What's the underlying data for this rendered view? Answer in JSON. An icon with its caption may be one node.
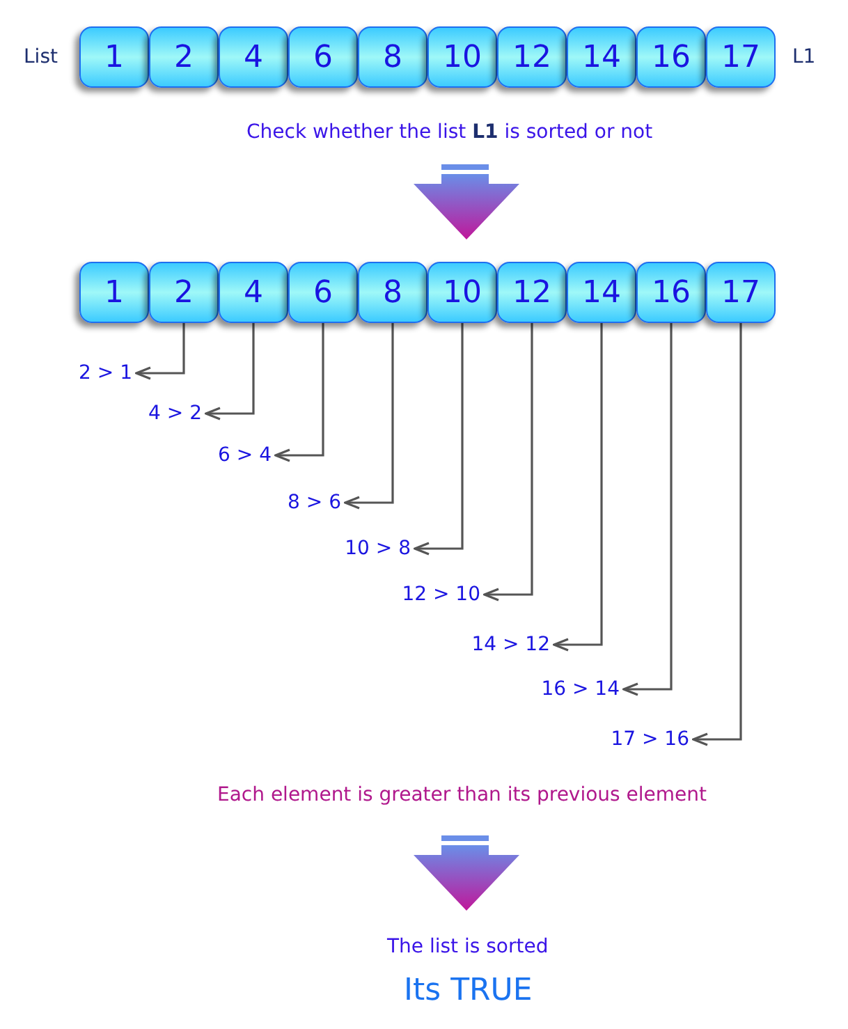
{
  "diagram": {
    "nodes": [
      {
        "text": [
          "1"
        ]
      },
      {
        "text": [
          "2"
        ]
      },
      {
        "text": [
          "4"
        ]
      },
      {
        "text": [
          "6"
        ]
      },
      {
        "text": [
          "8"
        ]
      },
      {
        "text": [
          "10"
        ]
      },
      {
        "text": [
          "12"
        ]
      },
      {
        "text": [
          "14"
        ]
      },
      {
        "text": [
          "16"
        ]
      },
      {
        "text": [
          "17"
        ]
      },
      {
        "text": [
          "1"
        ]
      },
      {
        "text": [
          "2"
        ]
      },
      {
        "text": [
          "4"
        ]
      },
      {
        "text": [
          "6"
        ]
      },
      {
        "text": [
          "8"
        ]
      },
      {
        "text": [
          "10"
        ]
      },
      {
        "text": [
          "12"
        ]
      },
      {
        "text": [
          "14"
        ]
      },
      {
        "text": [
          "16"
        ]
      },
      {
        "text": [
          "17"
        ]
      },
      {
        "text": [
          "2 > 1"
        ]
      },
      {
        "text": [
          "4 > 2"
        ]
      },
      {
        "text": [
          "6 > 4"
        ]
      },
      {
        "text": [
          "8 > 6"
        ]
      },
      {
        "text": [
          "10 > 8"
        ]
      },
      {
        "text": [
          "12 > 10"
        ]
      },
      {
        "text": [
          "14 > 12"
        ]
      },
      {
        "text": [
          "16 > 14"
        ]
      },
      {
        "text": [
          "17 > 16"
        ]
      }
    ],
    "edges": [
      {
        "from": 11,
        "to": 20,
        "arrow": "to"
      },
      {
        "from": 12,
        "to": 21,
        "arrow": "to"
      },
      {
        "from": 13,
        "to": 22,
        "arrow": "to"
      },
      {
        "from": 14,
        "to": 23,
        "arrow": "to"
      },
      {
        "from": 15,
        "to": 24,
        "arrow": "to"
      },
      {
        "from": 16,
        "to": 25,
        "arrow": "to"
      },
      {
        "from": 17,
        "to": 26,
        "arrow": "to"
      },
      {
        "from": 18,
        "to": 27,
        "arrow": "to"
      },
      {
        "from": 19,
        "to": 28,
        "arrow": "to"
      }
    ],
    "labels": [
      "List",
      "L1",
      "Check whether the list **L1** is sorted or not",
      "Each element is greater than its previous element",
      "The list is sorted",
      "Its TRUE"
    ]
  }
}
